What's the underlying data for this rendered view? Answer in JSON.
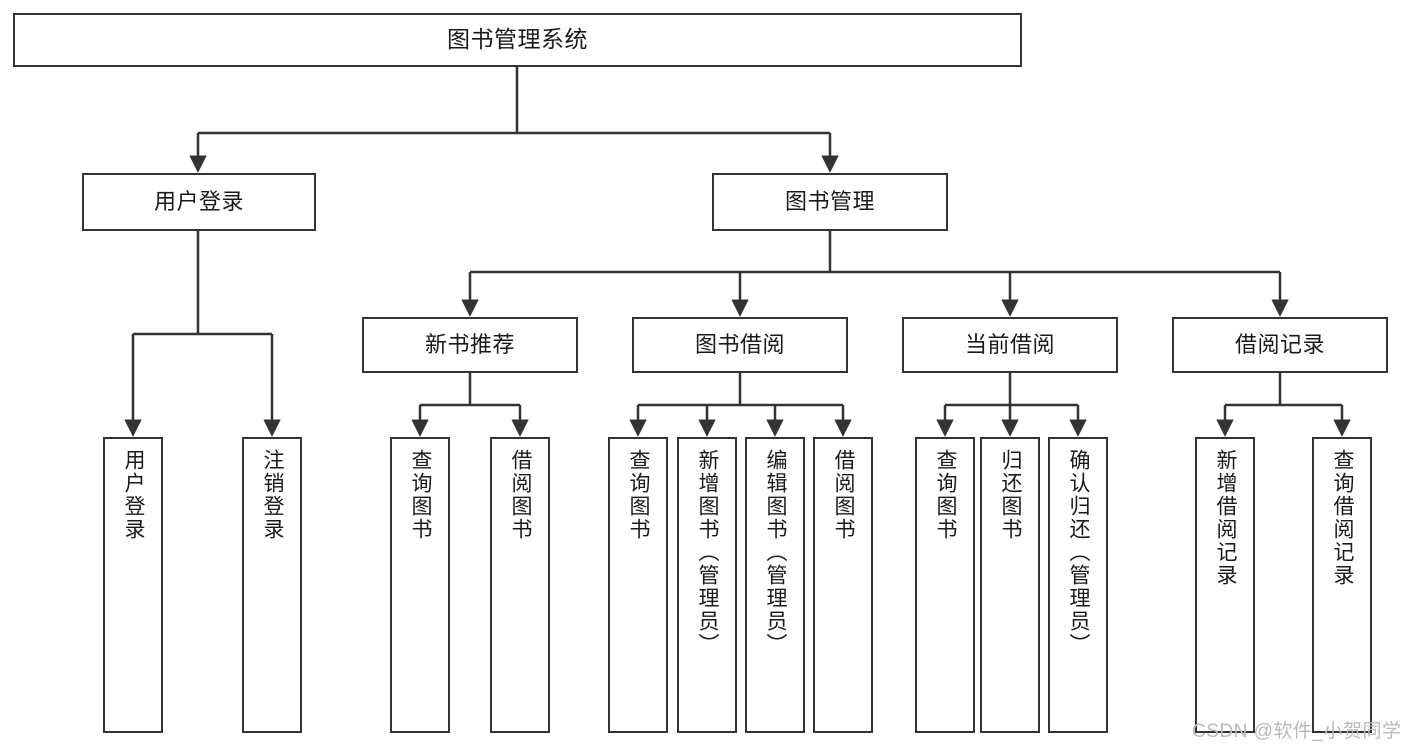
{
  "diagram": {
    "title": "图书管理系统",
    "type": "hierarchy-tree",
    "nodes": {
      "root": {
        "label": "图书管理系统"
      },
      "user_login": {
        "label": "用户登录"
      },
      "book_manage": {
        "label": "图书管理"
      },
      "new_book_rec": {
        "label": "新书推荐"
      },
      "book_borrow": {
        "label": "图书借阅"
      },
      "current_borrow": {
        "label": "当前借阅"
      },
      "borrow_record": {
        "label": "借阅记录"
      },
      "leaf_user_login": {
        "label": "用户登录"
      },
      "leaf_logout": {
        "label": "注销登录"
      },
      "leaf_query_book_1": {
        "label": "查询图书"
      },
      "leaf_borrow_book_1": {
        "label": "借阅图书"
      },
      "leaf_query_book_2": {
        "label": "查询图书"
      },
      "leaf_add_book": {
        "label": "新增图书（管理员）"
      },
      "leaf_edit_book": {
        "label": "编辑图书（管理员）"
      },
      "leaf_borrow_book_2": {
        "label": "借阅图书"
      },
      "leaf_query_book_3": {
        "label": "查询图书"
      },
      "leaf_return_book": {
        "label": "归还图书"
      },
      "leaf_confirm_return": {
        "label": "确认归还（管理员）"
      },
      "leaf_add_record": {
        "label": "新增借阅记录"
      },
      "leaf_query_record": {
        "label": "查询借阅记录"
      }
    },
    "colors": {
      "stroke": "#333333",
      "fill": "#ffffff",
      "text": "#1a1a1a",
      "watermark": "#b9b9b9"
    }
  },
  "watermark": {
    "text": "CSDN @软件_小贺同学"
  }
}
